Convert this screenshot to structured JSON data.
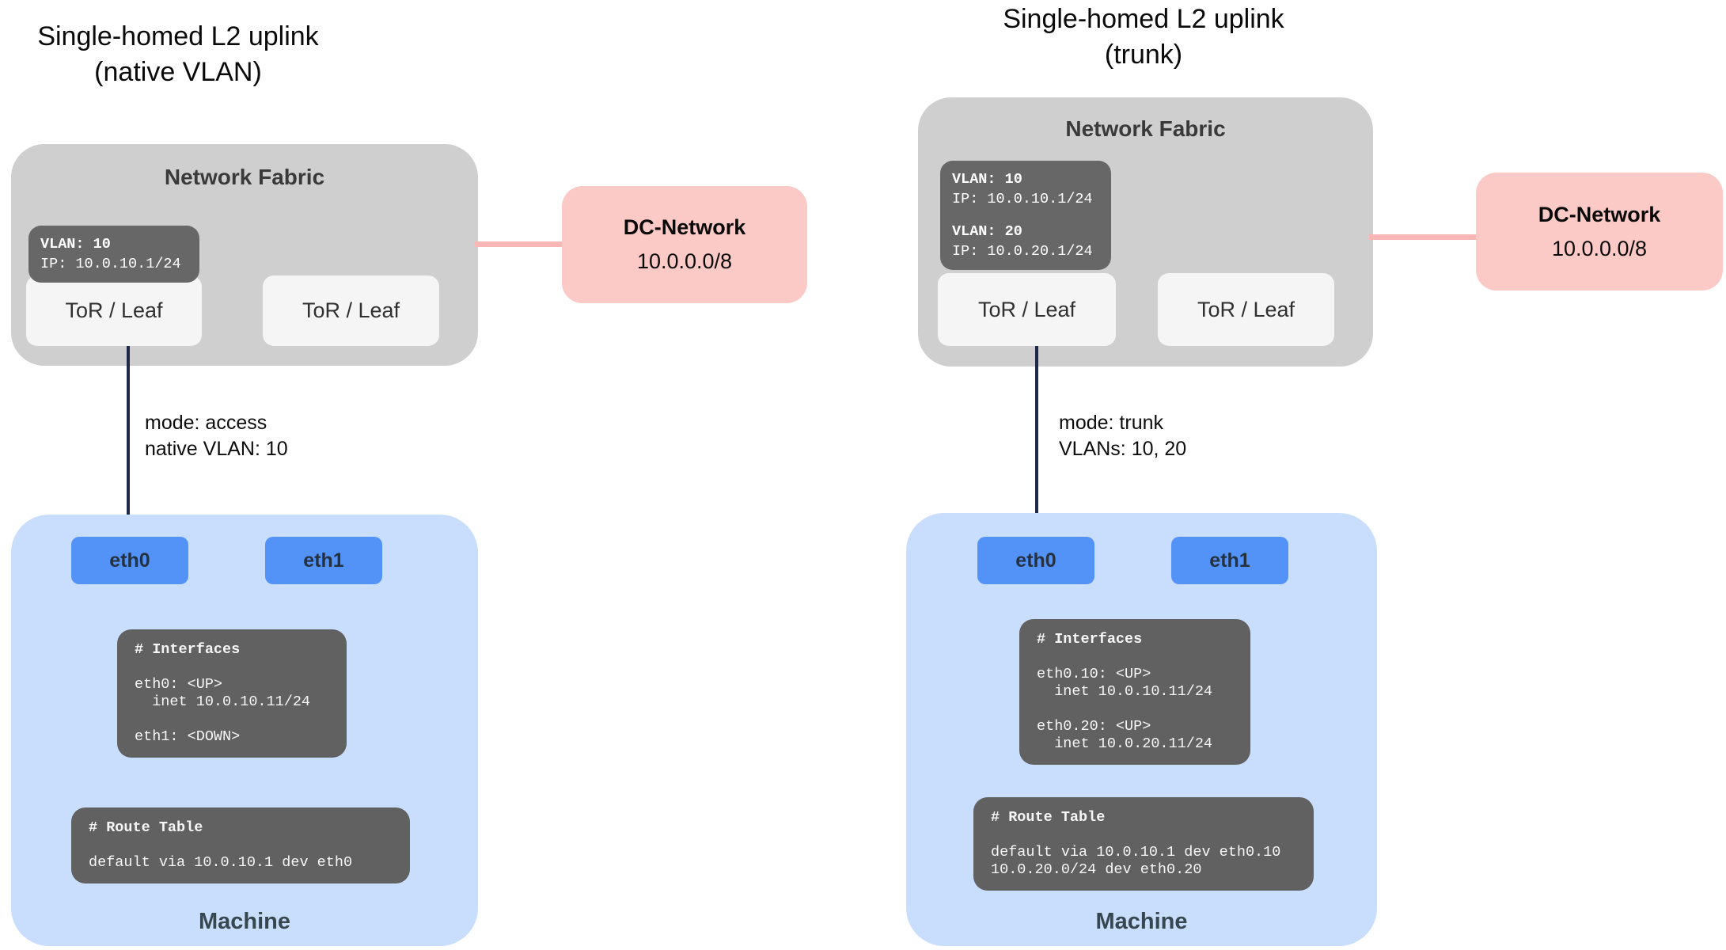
{
  "colors": {
    "fabric_gray": "#cfcfcf",
    "tor_light": "#f5f5f5",
    "code_dark": "#616161",
    "badge_dark": "#676767",
    "dc_pink": "#fbc9c6",
    "pink_wire": "#f8b7b4",
    "machine_blue": "#c9ddfd",
    "eth_blue": "#5393f7",
    "navy_wire": "#1b2a4a"
  },
  "left": {
    "title_line1": "Single-homed L2 uplink",
    "title_line2": "(native VLAN)",
    "fabric": {
      "label": "Network Fabric",
      "badge": {
        "vlan1": "VLAN: 10",
        "ip1": "IP: 10.0.10.1/24"
      },
      "tor_left": "ToR / Leaf",
      "tor_right": "ToR / Leaf"
    },
    "dc": {
      "name": "DC-Network",
      "cidr": "10.0.0.0/8"
    },
    "link_label": {
      "line1": "mode: access",
      "line2": "native VLAN: 10"
    },
    "machine": {
      "label": "Machine",
      "eth0": "eth0",
      "eth1": "eth1",
      "interfaces": {
        "title": "# Interfaces",
        "lines": [
          "",
          "eth0: <UP>",
          "  inet 10.0.10.11/24",
          "",
          "eth1: <DOWN>"
        ]
      },
      "route_table": {
        "title": "# Route Table",
        "lines": [
          "",
          "default via 10.0.10.1 dev eth0"
        ]
      }
    }
  },
  "right": {
    "title_line1": "Single-homed L2 uplink",
    "title_line2": "(trunk)",
    "fabric": {
      "label": "Network Fabric",
      "badge": {
        "vlan1": "VLAN: 10",
        "ip1": "IP: 10.0.10.1/24",
        "vlan2": "VLAN: 20",
        "ip2": "IP: 10.0.20.1/24"
      },
      "tor_left": "ToR / Leaf",
      "tor_right": "ToR / Leaf"
    },
    "dc": {
      "name": "DC-Network",
      "cidr": "10.0.0.0/8"
    },
    "link_label": {
      "line1": "mode: trunk",
      "line2": "VLANs: 10, 20"
    },
    "machine": {
      "label": "Machine",
      "eth0": "eth0",
      "eth1": "eth1",
      "interfaces": {
        "title": "# Interfaces",
        "lines": [
          "",
          "eth0.10: <UP>",
          "  inet 10.0.10.11/24",
          "",
          "eth0.20: <UP>",
          "  inet 10.0.20.11/24"
        ]
      },
      "route_table": {
        "title": "# Route Table",
        "lines": [
          "",
          "default via 10.0.10.1 dev eth0.10",
          "10.0.20.0/24 dev eth0.20"
        ]
      }
    }
  }
}
